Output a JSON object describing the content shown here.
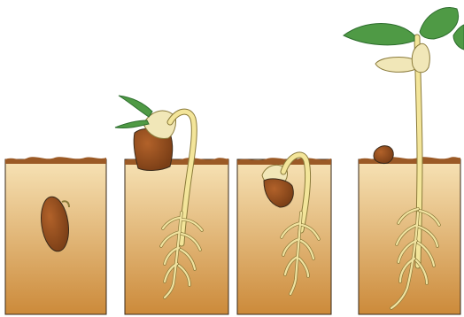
{
  "diagram": {
    "subject": "bean-seed-germination-stages",
    "stages": [
      {
        "id": "stage-1",
        "name": "seed-in-soil"
      },
      {
        "id": "stage-2",
        "name": "seedling-with-seed-coat-above-soil"
      },
      {
        "id": "stage-3",
        "name": "hooked-seedling-emerging"
      },
      {
        "id": "stage-4",
        "name": "young-plant-with-leaves"
      }
    ],
    "colors": {
      "soil_top": "#f7e3b6",
      "soil_bottom": "#cc8a3a",
      "soil_surface": "#9b5a26",
      "seed": "#7a3e16",
      "seed_highlight": "#b2622a",
      "stem": "#f3e59a",
      "stem_outline": "#8a7a3a",
      "root": "#f1e3a0",
      "leaf": "#4f9a45",
      "leaf_dark": "#2e6e2e",
      "cotyledon": "#f1e7b8",
      "outline": "#3a2a1a"
    }
  }
}
